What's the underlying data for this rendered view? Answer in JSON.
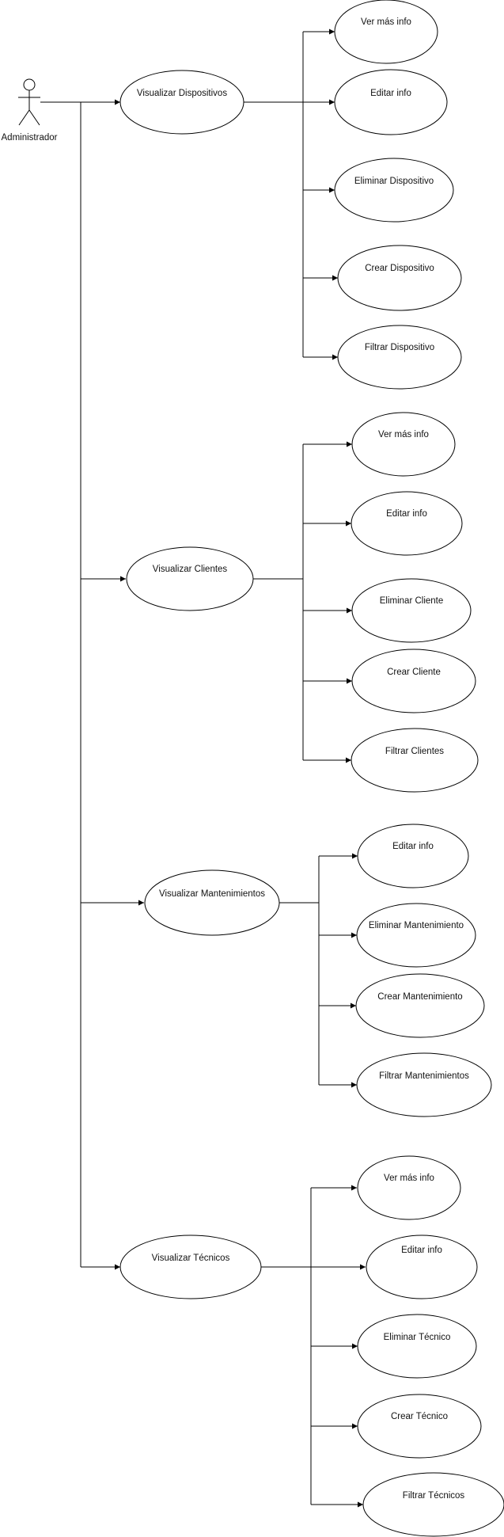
{
  "diagram": {
    "actor": {
      "label": "Administrador"
    },
    "groups": [
      {
        "label": "Visualizar Dispositivos",
        "children": [
          "Ver más info",
          "Editar info",
          "Eliminar Dispositivo",
          "Crear Dispositivo",
          "Filtrar Dispositivo"
        ]
      },
      {
        "label": "Visualizar Clientes",
        "children": [
          "Ver más info",
          "Editar info",
          "Eliminar Cliente",
          "Crear Cliente",
          "Filtrar Clientes"
        ]
      },
      {
        "label": "Visualizar Mantenimientos",
        "children": [
          "Editar info",
          "Eliminar Mantenimiento",
          "Crear Mantenimiento",
          "Filtrar Mantenimientos"
        ]
      },
      {
        "label": "Visualizar Técnicos",
        "children": [
          "Ver más info",
          "Editar info",
          "Eliminar Técnico",
          "Crear Técnico",
          "Filtrar Técnicos"
        ]
      }
    ],
    "colors": {
      "stroke": "#000000",
      "fill": "#ffffff",
      "text": "#111111"
    }
  }
}
